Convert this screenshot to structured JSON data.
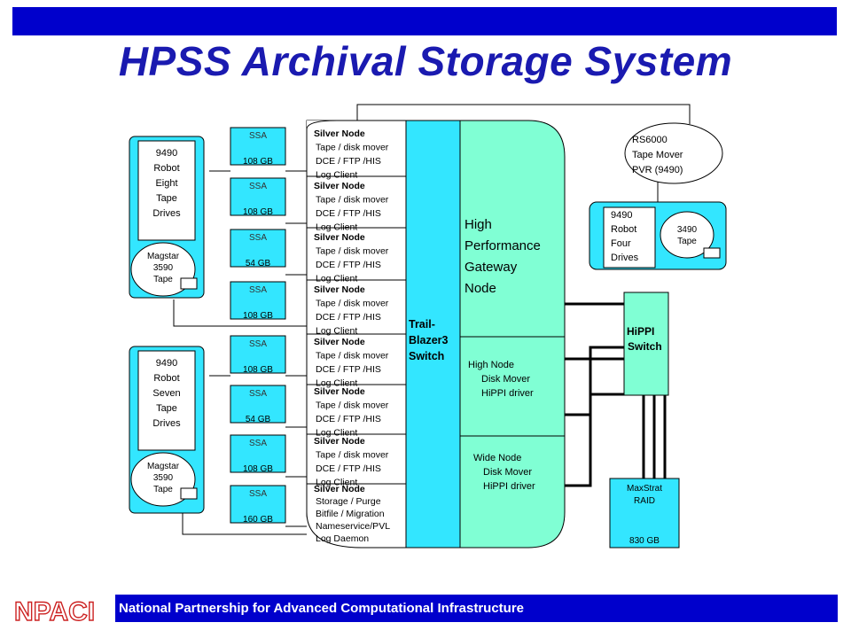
{
  "header": {
    "title": "HPSS Archival Storage System"
  },
  "footer": {
    "text": "National Partnership for Advanced Computational Infrastructure",
    "logo": "NPACI"
  },
  "colors": {
    "bar": "#0000cc",
    "title": "#1a1ab0",
    "cyan": "#33e6ff",
    "aqua": "#80ffd4",
    "line": "#000000"
  },
  "robots": [
    {
      "lines": [
        "9490",
        "Robot",
        "Eight",
        "Tape",
        "Drives"
      ],
      "tape": [
        "Magstar",
        "3590",
        "Tape"
      ]
    },
    {
      "lines": [
        "9490",
        "Robot",
        "Seven",
        "Tape",
        "Drives"
      ],
      "tape": [
        "Magstar",
        "3590",
        "Tape"
      ]
    }
  ],
  "ssa": [
    {
      "label": "SSA",
      "size": "108 GB"
    },
    {
      "label": "SSA",
      "size": "108 GB"
    },
    {
      "label": "SSA",
      "size": "54 GB"
    },
    {
      "label": "SSA",
      "size": "108 GB"
    },
    {
      "label": "SSA",
      "size": "108 GB"
    },
    {
      "label": "SSA",
      "size": "54 GB"
    },
    {
      "label": "SSA",
      "size": "108 GB"
    },
    {
      "label": "SSA",
      "size": "160 GB"
    }
  ],
  "nodes": [
    {
      "lines": [
        "Silver Node",
        "Tape / disk mover",
        "DCE / FTP /HIS",
        "Log Client"
      ]
    },
    {
      "lines": [
        "Silver Node",
        "Tape / disk mover",
        "DCE / FTP /HIS",
        "Log Client"
      ]
    },
    {
      "lines": [
        "Silver Node",
        "Tape / disk mover",
        "DCE / FTP /HIS",
        "Log Client"
      ]
    },
    {
      "lines": [
        "Silver Node",
        "Tape / disk mover",
        "DCE / FTP /HIS",
        "Log Client"
      ]
    },
    {
      "lines": [
        "Silver Node",
        "Tape / disk mover",
        "DCE / FTP /HIS",
        "Log Client"
      ]
    },
    {
      "lines": [
        "Silver Node",
        "Tape / disk mover",
        "DCE / FTP /HIS",
        "Log Client"
      ]
    },
    {
      "lines": [
        "Silver Node",
        "Tape / disk mover",
        "DCE / FTP /HIS",
        "Log Client"
      ]
    },
    {
      "lines": [
        "Silver Node",
        "Storage / Purge",
        "Bitfile / Migration",
        "Nameservice/PVL",
        "Log Daemon"
      ]
    }
  ],
  "switch": {
    "lines": [
      "Trail-",
      "Blazer3",
      "Switch"
    ]
  },
  "gateway": {
    "high_perf": [
      "High",
      "Performance",
      "Gateway",
      "Node"
    ],
    "high_node": [
      "High Node",
      "Disk Mover",
      "HiPPI driver"
    ],
    "wide_node": [
      "Wide Node",
      "Disk Mover",
      "HiPPI driver"
    ]
  },
  "rs6000": {
    "lines": [
      "RS6000",
      "Tape Mover",
      "PVR (9490)"
    ]
  },
  "robot_four": {
    "lines": [
      "9490",
      "Robot",
      "Four",
      "Drives"
    ],
    "tape": [
      "3490",
      "Tape"
    ]
  },
  "hippi": {
    "lines": [
      "HiPPI",
      "Switch"
    ]
  },
  "raid": {
    "label": "MaxStrat",
    "label2": "RAID",
    "size": "830 GB"
  }
}
